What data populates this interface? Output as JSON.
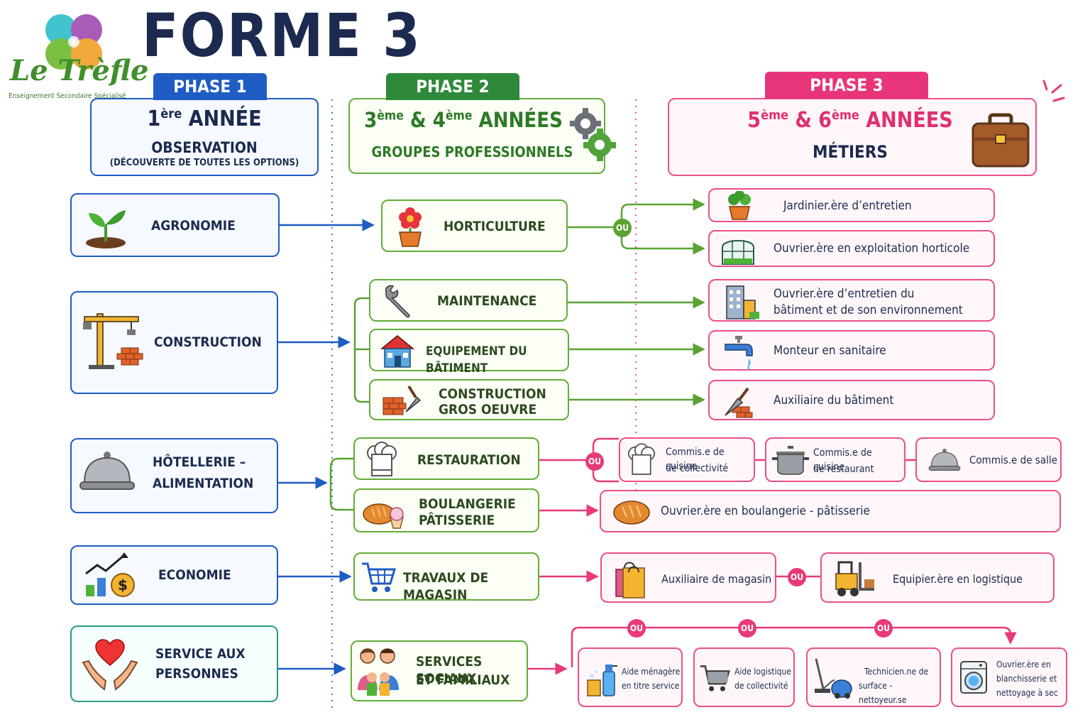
{
  "title": "FORME 3",
  "logo": {
    "name": "Le Trèfle",
    "subtitle": "Enseignement Secondaire Spécialisé"
  },
  "colors": {
    "phase1": "#1f5cc4",
    "phase2": "#4e9a2c",
    "phase3": "#e8357a",
    "navy": "#1b2a4e"
  },
  "phases": [
    {
      "tab": "PHASE 1",
      "year_num": "1",
      "year_sup": "ère",
      "year_rest": "ANNÉE",
      "line1": "OBSERVATION",
      "line2": "(DÉCOUVERTE DE TOUTES LES OPTIONS)"
    },
    {
      "tab": "PHASE 2",
      "year_num": "3",
      "year_sup": "ème",
      "year_mid": "& 4",
      "year_sup2": "ème",
      "year_rest": "ANNÉES",
      "line1": "GROUPES PROFESSIONNELS",
      "icon": "gears-icon"
    },
    {
      "tab": "PHASE 3",
      "year_num": "5",
      "year_sup": "ème",
      "year_mid": "& 6",
      "year_sup2": "ème",
      "year_rest": "ANNÉES",
      "line1": "MÉTIERS",
      "icon": "briefcase-icon"
    }
  ],
  "connector": "OU",
  "options": [
    {
      "label": "AGRONOMIE",
      "icon": "sprout-icon"
    },
    {
      "label": "CONSTRUCTION",
      "icon": "crane-icon"
    },
    {
      "label_line1": "HÔTELLERIE –",
      "label_line2": "ALIMENTATION",
      "icon": "cloche-icon"
    },
    {
      "label": "ECONOMIE",
      "icon": "growth-chart-icon"
    },
    {
      "label_line1": "SERVICE AUX",
      "label_line2": "PERSONNES",
      "icon": "caring-hands-icon"
    }
  ],
  "groups": [
    {
      "label": "HORTICULTURE",
      "icon": "flower-pot-icon"
    },
    {
      "label": "MAINTENANCE",
      "icon": "wrench-icon"
    },
    {
      "label": "EQUIPEMENT DU BÂTIMENT",
      "icon": "house-icon"
    },
    {
      "label_line1": "CONSTRUCTION",
      "label_line2": "GROS OEUVRE",
      "icon": "bricks-trowel-icon"
    },
    {
      "label": "RESTAURATION",
      "icon": "chef-hat-icon"
    },
    {
      "label_line1": "BOULANGERIE",
      "label_line2": "PÂTISSERIE",
      "icon": "bread-icon"
    },
    {
      "label": "TRAVAUX DE MAGASIN",
      "icon": "shopping-cart-icon"
    },
    {
      "label_line1": "SERVICES SOCIAUX",
      "label_line2": "ET FAMILIAUX",
      "icon": "family-icon"
    }
  ],
  "jobs": [
    {
      "label": "Jardinier.ère d’entretien",
      "icon": "potted-plant-icon"
    },
    {
      "label": "Ouvrier.ère en exploitation horticole",
      "icon": "greenhouse-icon"
    },
    {
      "label_line1": "Ouvrier.ère d’entretien du",
      "label_line2": "bâtiment et de son environnement",
      "icon": "building-icon"
    },
    {
      "label": "Monteur en sanitaire",
      "icon": "faucet-icon"
    },
    {
      "label": "Auxiliaire du bâtiment",
      "icon": "trowel-icon"
    },
    {
      "label_line1": "Commis.e de cuisine",
      "label_line2": "de collectivité",
      "icon": "chef-hat-icon"
    },
    {
      "label_line1": "Commis.e de cuisine",
      "label_line2": "de restaurant",
      "icon": "cooking-pot-icon"
    },
    {
      "label": "Commis.e de salle",
      "icon": "cloche-icon"
    },
    {
      "label": "Ouvrier.ère en boulangerie - pâtisserie",
      "icon": "bread-icon"
    },
    {
      "label": "Auxiliaire de magasin",
      "icon": "shopping-bags-icon"
    },
    {
      "label": "Equipier.ère en logistique",
      "icon": "forklift-icon"
    },
    {
      "label_line1": "Aide ménagère",
      "label_line2": "en titre service",
      "icon": "cleaning-products-icon"
    },
    {
      "label_line1": "Aide logistique",
      "label_line2": "de collectivité",
      "icon": "cart-icon"
    },
    {
      "label_line1": "Technicien.ne de",
      "label_line2": "surface - nettoyeur.se",
      "icon": "vacuum-icon"
    },
    {
      "label_line1": "Ouvrier.ère en",
      "label_line2": "blanchisserie et",
      "label_line3": "nettoyage à sec",
      "icon": "washing-machine-icon"
    }
  ]
}
